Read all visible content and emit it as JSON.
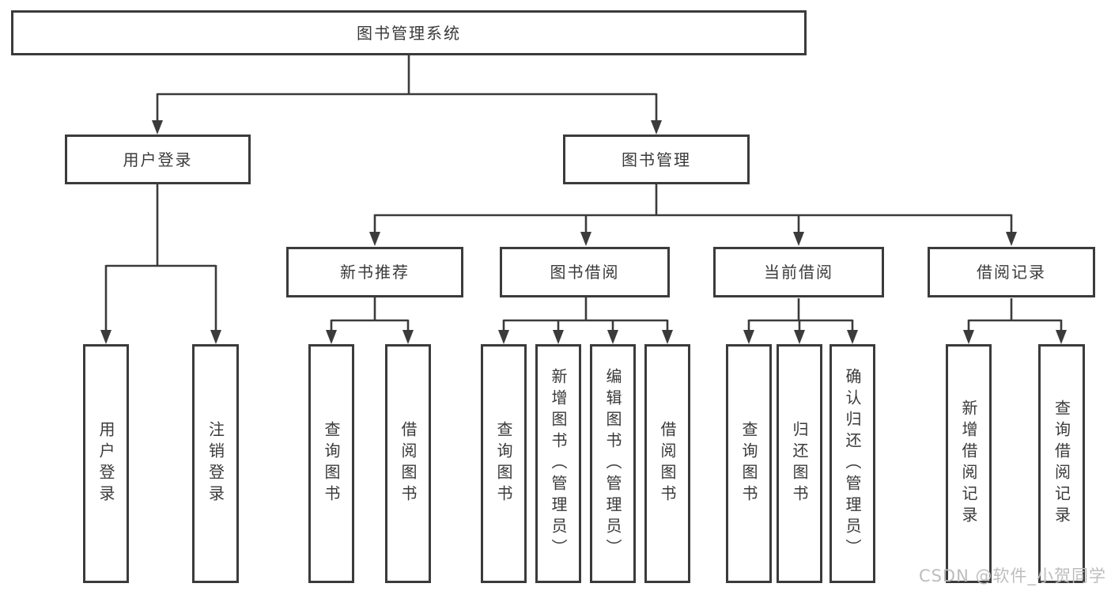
{
  "diagram": {
    "root": {
      "label": "图书管理系统"
    },
    "branches": [
      {
        "label": "用户登录",
        "children": [
          "用户登录",
          "注销登录"
        ]
      },
      {
        "label": "图书管理",
        "children": [
          {
            "label": "新书推荐",
            "children": [
              "查询图书",
              "借阅图书"
            ]
          },
          {
            "label": "图书借阅",
            "children": [
              "查询图书",
              "新增图书（管理员）",
              "编辑图书（管理员）",
              "借阅图书"
            ]
          },
          {
            "label": "当前借阅",
            "children": [
              "查询图书",
              "归还图书",
              "确认归还（管理员）"
            ]
          },
          {
            "label": "借阅记录",
            "children": [
              "新增借阅记录",
              "查询借阅记录"
            ]
          }
        ]
      }
    ],
    "watermark": "CSDN @软件_小贺同学",
    "colors": {
      "line": "#3b3b3b",
      "box_border": "#3b3b3b",
      "box_fill": "#ffffff",
      "text": "#3a3a3a",
      "watermark": "#bdbdbd",
      "background": "#ffffff"
    }
  }
}
